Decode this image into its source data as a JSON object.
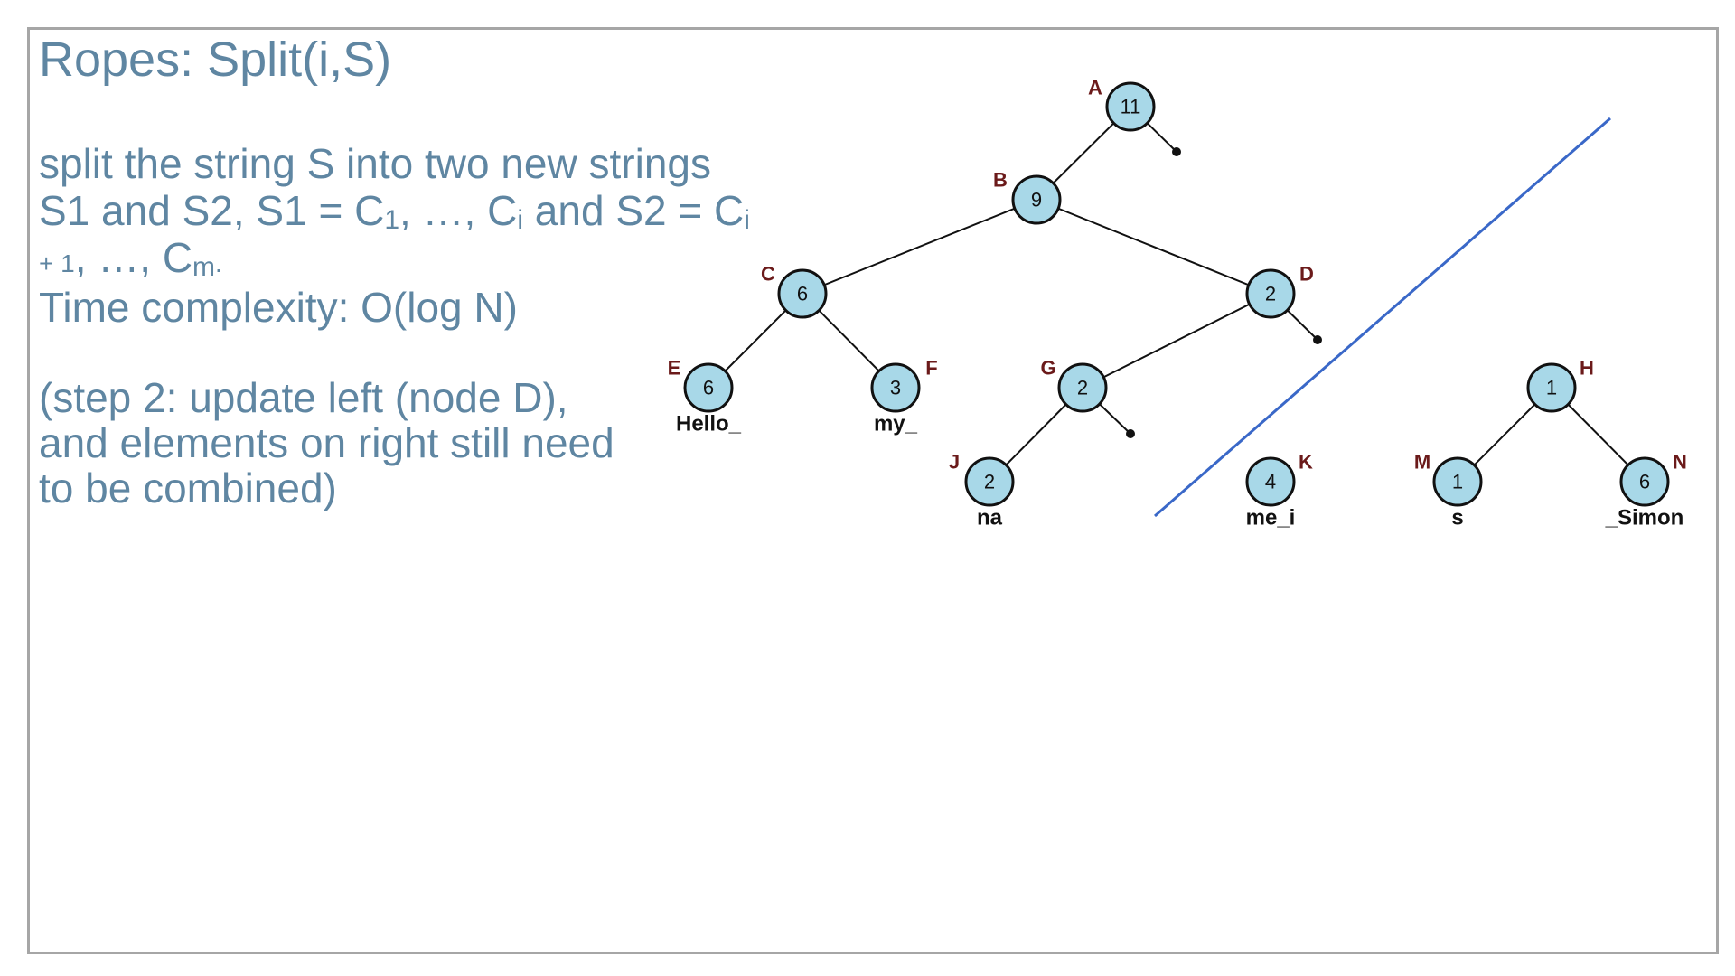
{
  "title": "Ropes: Split(i,S)",
  "description": {
    "line1": "split the string S into two new strings",
    "line2_a": "S1 and S2, S1 = C",
    "line2_sub1": "1",
    "line2_b": ", …, C",
    "line2_sub2": "i",
    "line2_c": " and S2 = C",
    "line2_sub3": "i",
    "line3_a": "+ 1",
    "line3_b": ", …, C",
    "line3_sub": "m",
    "line3_c": "."
  },
  "time_complexity": "Time complexity: O(log N)",
  "step_note": {
    "line1": "(step 2: update left (node D),",
    "line2": "and elements on right still need",
    "line3": "to be combined)"
  },
  "tree": {
    "nodes": [
      {
        "id": "A",
        "letter": "A",
        "value": "11"
      },
      {
        "id": "B",
        "letter": "B",
        "value": "9"
      },
      {
        "id": "C",
        "letter": "C",
        "value": "6"
      },
      {
        "id": "D",
        "letter": "D",
        "value": "2"
      },
      {
        "id": "E",
        "letter": "E",
        "value": "6",
        "leaf_text": "Hello_"
      },
      {
        "id": "F",
        "letter": "F",
        "value": "3",
        "leaf_text": "my_"
      },
      {
        "id": "G",
        "letter": "G",
        "value": "2"
      },
      {
        "id": "J",
        "letter": "J",
        "value": "2",
        "leaf_text": "na"
      },
      {
        "id": "K",
        "letter": "K",
        "value": "4",
        "leaf_text": "me_i"
      },
      {
        "id": "H",
        "letter": "H",
        "value": "1"
      },
      {
        "id": "M",
        "letter": "M",
        "value": "1",
        "leaf_text": "s"
      },
      {
        "id": "N",
        "letter": "N",
        "value": "6",
        "leaf_text": "_Simon"
      }
    ],
    "edges": [
      [
        "A",
        "B"
      ],
      [
        "B",
        "C"
      ],
      [
        "B",
        "D"
      ],
      [
        "C",
        "E"
      ],
      [
        "C",
        "F"
      ],
      [
        "D",
        "G"
      ],
      [
        "G",
        "J"
      ],
      [
        "H",
        "M"
      ],
      [
        "H",
        "N"
      ]
    ],
    "null_children": [
      "A",
      "D",
      "G"
    ],
    "split_line_color": "#3a68c8",
    "node_fill_color": "#a8d8e8",
    "letter_color": "#6b1a1a"
  }
}
